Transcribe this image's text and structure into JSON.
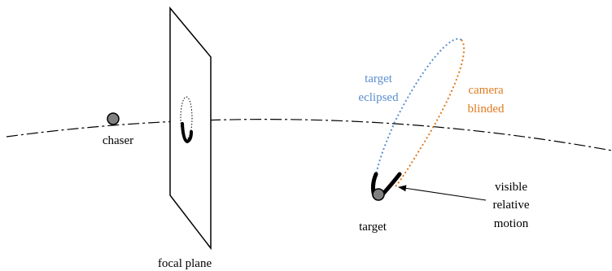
{
  "labels": {
    "chaser": "chaser",
    "focal_plane": "focal plane",
    "target": "target",
    "target_eclipsed_1": "target",
    "target_eclipsed_2": "eclipsed",
    "camera_blinded_1": "camera",
    "camera_blinded_2": "blinded",
    "visible_1": "visible",
    "visible_2": "relative",
    "visible_3": "motion"
  },
  "colors": {
    "eclipsed": "#5b8fd0",
    "blinded": "#e07a1f",
    "stroke": "#000000",
    "body_fill": "#808080"
  }
}
